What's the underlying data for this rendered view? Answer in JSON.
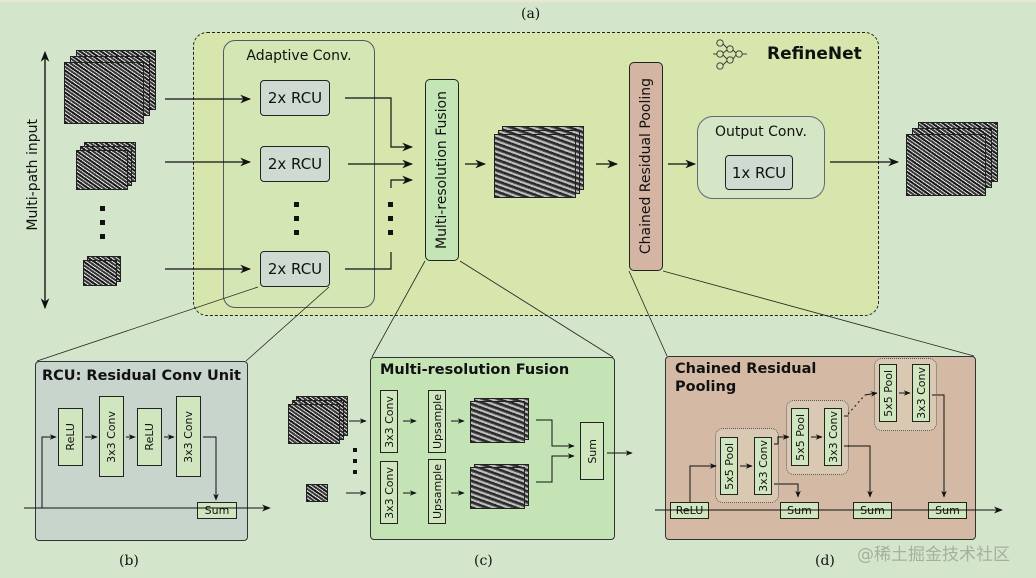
{
  "figure": {
    "caption_a": "(a)",
    "caption_b": "(b)",
    "caption_c": "(c)",
    "caption_d": "(d)",
    "watermark": "@稀土掘金技术社区"
  },
  "overview": {
    "title": "RefineNet",
    "logo_icon": "neural-network-icon",
    "input_label": "Multi-path input",
    "adaptive_conv": {
      "title": "Adaptive Conv.",
      "blocks": [
        "2x RCU",
        "2x RCU",
        "2x RCU"
      ]
    },
    "multi_resolution_fusion": "Multi-resolution Fusion",
    "chained_residual_pooling": "Chained Residual Pooling",
    "output_conv": {
      "title": "Output Conv.",
      "block": "1x RCU"
    },
    "ellipsis": "⋮"
  },
  "rcu_panel": {
    "title": "RCU: Residual Conv Unit",
    "blocks": [
      "ReLU",
      "3x3 Conv",
      "ReLU",
      "3x3 Conv"
    ],
    "sum": "Sum"
  },
  "fusion_panel": {
    "title": "Multi-resolution Fusion",
    "conv": [
      "3x3 Conv",
      "3x3 Conv"
    ],
    "upsample": [
      "Upsample",
      "Upsample"
    ],
    "sum": "Sum"
  },
  "crp_panel": {
    "title_line1": "Chained Residual",
    "title_line2": "Pooling",
    "relu": "ReLU",
    "stages": [
      {
        "pool": "5x5 Pool",
        "conv": "3x3 Conv"
      },
      {
        "pool": "5x5 Pool",
        "conv": "3x3 Conv"
      },
      {
        "pool": "5x5 Pool",
        "conv": "3x3 Conv"
      }
    ],
    "sums": [
      "Sum",
      "Sum",
      "Sum"
    ]
  },
  "colors": {
    "background": "#d3e6cc",
    "refinenet_fill": "#d6e6ad",
    "rcu_fill": "#cfdbd1",
    "rcu_panel_fill": "#c8d5cc",
    "fusion_fill": "#c4e4b6",
    "crp_fill": "#d4b9a4",
    "block_fill": "#cfe6bf"
  }
}
